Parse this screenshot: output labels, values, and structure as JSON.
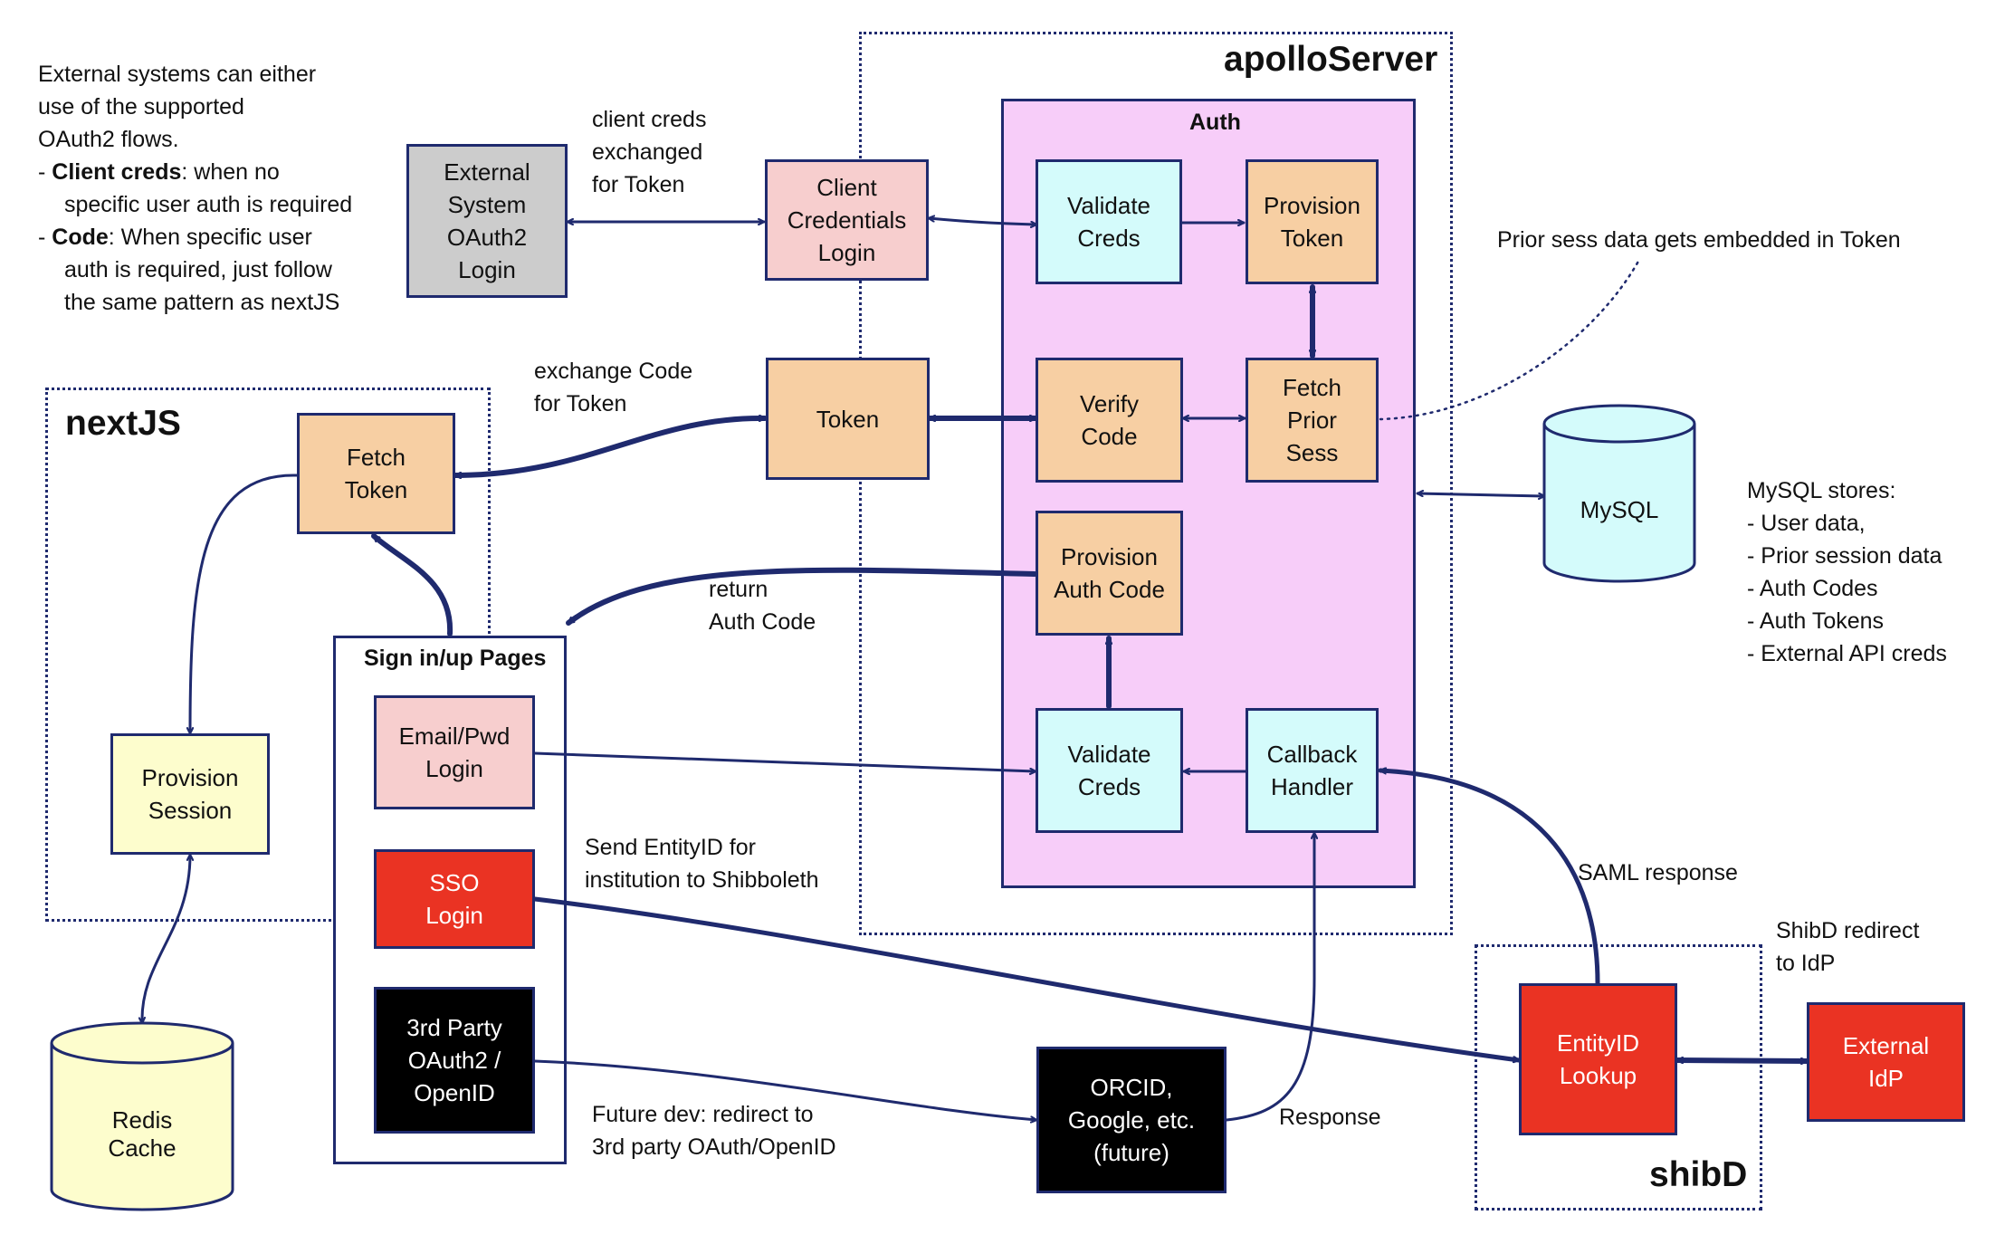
{
  "colors": {
    "line": "#1f2a6e",
    "gray_box": "#cccccc",
    "pink_box": "#f7cece",
    "orange_box": "#f7cfa3",
    "cyan_box": "#d4fbfb",
    "auth_panel": "#f7cdf9",
    "yellow_box": "#fdfdcd",
    "red_box": "#ea3323",
    "black_box": "#000000"
  },
  "intro": {
    "line1": "External systems can either",
    "line2": "use of the supported",
    "line3": "OAuth2 flows.",
    "creds_prefix": "- ",
    "creds_bold": "Client creds",
    "creds_rest": ": when no",
    "creds_cont": "specific user auth is required",
    "code_prefix": "- ",
    "code_bold": "Code",
    "code_rest": ": When specific user",
    "code_cont1": "auth is required, just follow",
    "code_cont2": "the same pattern as nextJS"
  },
  "groups": {
    "apollo": "apolloServer",
    "nextjs": "nextJS",
    "shibd": "shibD"
  },
  "panels": {
    "auth": "Auth",
    "signin": "Sign in/up Pages"
  },
  "boxes": {
    "external_system": "External\nSystem\nOAuth2\nLogin",
    "client_credentials": "Client\nCredentials\nLogin",
    "token": "Token",
    "validate_creds_top": "Validate\nCreds",
    "provision_token": "Provision\nToken",
    "verify_code": "Verify\nCode",
    "fetch_prior_sess": "Fetch\nPrior\nSess",
    "provision_auth_code": "Provision\nAuth Code",
    "validate_creds_bottom": "Validate\nCreds",
    "callback_handler": "Callback\nHandler",
    "fetch_token": "Fetch\nToken",
    "provision_session": "Provision\nSession",
    "email_pwd_login": "Email/Pwd\nLogin",
    "sso_login": "SSO\nLogin",
    "third_party": "3rd Party\nOAuth2 /\nOpenID",
    "orcid": "ORCID,\nGoogle, etc.\n(future)",
    "entityid_lookup": "EntityID\nLookup",
    "external_idp": "External\nIdP"
  },
  "databases": {
    "mysql": "MySQL",
    "redis": "Redis\nCache"
  },
  "labels": {
    "client_creds_exchanged": "client creds\nexchanged\nfor Token",
    "exchange_code": "exchange Code\nfor Token",
    "return_auth_code": "return\nAuth Code",
    "send_entityid": "Send EntityID for\ninstitution to Shibboleth",
    "future_dev": "Future dev: redirect to\n3rd party OAuth/OpenID",
    "response": "Response",
    "saml_response": "SAML response",
    "shibd_redirect": "ShibD redirect\nto IdP",
    "prior_sess_note": "Prior sess data gets embedded in Token"
  },
  "mysql_notes": {
    "heading": "MySQL stores:",
    "items": [
      "- User data,",
      "- Prior session data",
      "- Auth Codes",
      "- Auth Tokens",
      "- External API creds"
    ]
  }
}
